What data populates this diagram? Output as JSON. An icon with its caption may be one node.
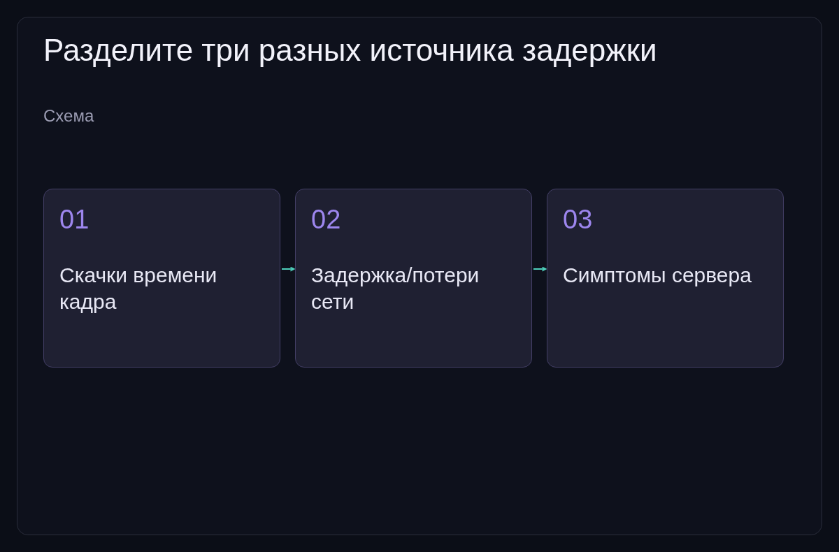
{
  "diagram": {
    "title": "Разделите три разных источника задержки",
    "nodes": [
      {
        "text": [
          "01",
          "Скачки времени кадра"
        ]
      },
      {
        "text": [
          "02",
          "Задержка/потери сети"
        ]
      },
      {
        "text": [
          "03",
          "Симптомы сервера"
        ]
      }
    ],
    "edges": [
      {
        "from": 0,
        "to": 1,
        "arrow": "to"
      },
      {
        "from": 1,
        "to": 2,
        "arrow": "to"
      }
    ],
    "labels": [
      "Схема"
    ]
  }
}
